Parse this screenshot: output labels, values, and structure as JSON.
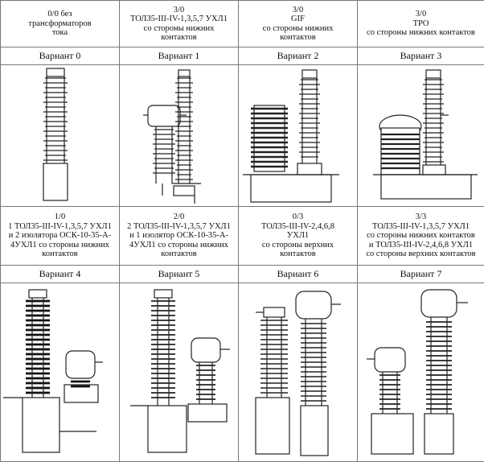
{
  "rows": [
    {
      "descriptions": [
        "0/0 без\nтрансформаторов\nтока",
        "3/0\nТОЛ35-III-IV-1,3,5,7 УХЛ1\nсо стороны нижних\nконтактов",
        "3/0\nGIF\nсо стороны нижних\nконтактов",
        "3/0\nTPO\nсо стороны нижних контактов"
      ],
      "variants": [
        "Вариант 0",
        "Вариант 1",
        "Вариант 2",
        "Вариант 3"
      ]
    },
    {
      "descriptions": [
        "1/0\n1 ТОЛ35-III-IV-1,3,5,7 УХЛ1\nи 2 изолятора ОСК-10-35-А-\n4УХЛ1 со стороны нижних\nконтактов",
        "2/0\n2 ТОЛ35-III-IV-1,3,5,7 УХЛ1\nи 1 изолятор ОСК-10-35-А-\n4УХЛ1 со стороны нижних\nконтактов",
        "0/3\nТОЛ35-III-IV-2,4,6,8\nУХЛ1\nсо стороны верхних\nконтактов",
        "3/3\nТОЛ35-III-IV-1,3,5,7 УХЛ1\nсо стороны нижних контактов\nи ТОЛ35-III-IV-2,4,6,8 УХЛ1\nсо стороны верхних контактов"
      ],
      "variants": [
        "Вариант 4",
        "Вариант 5",
        "Вариант 6",
        "Вариант 7"
      ]
    }
  ]
}
